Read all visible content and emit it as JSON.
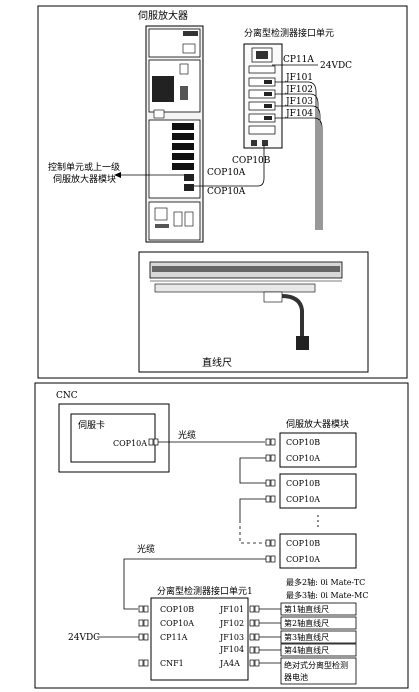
{
  "top": {
    "servo_amp_title": "伺服放大器",
    "interface_unit_title": "分离型检测器接口单元",
    "cp11a": "CP11A",
    "vdc": "24VDC",
    "jf101": "JF101",
    "jf102": "JF102",
    "jf103": "JF103",
    "jf104": "JF104",
    "cop10b": "COP10B",
    "cop10a": "COP10A",
    "control_line1": "控制单元或上一级",
    "control_line2": "伺服放大器模块",
    "linear_scale": "直线尺"
  },
  "bottom": {
    "cnc": "CNC",
    "servo_card": "伺服卡",
    "cnc_cop10a": "COP10A",
    "fiber1": "光缆",
    "fiber2": "光缆",
    "servo_amp_module": "伺服放大器模块",
    "amp_ports": [
      {
        "b": "COP10B",
        "a": "COP10A"
      },
      {
        "b": "COP10B",
        "a": "COP10A"
      },
      {
        "b": "COP10B",
        "a": "COP10A"
      }
    ],
    "unit_title": "分离型检测器接口单元1",
    "unit_left_ports": [
      "COP10B",
      "COP10A",
      "CP11A",
      "CNF1"
    ],
    "unit_right_ports": [
      "JF101",
      "JF102",
      "JF103",
      "JF104",
      "JA4A"
    ],
    "vdc": "24VDC",
    "max2": "最多2轴: 0i Mate-TC",
    "max3": "最多3轴: 0i Mate-MC",
    "axes": [
      "第1轴直线尺",
      "第2轴直线尺",
      "第3轴直线尺",
      "第4轴直线尺"
    ],
    "battery_line1": "绝对式分离型检测",
    "battery_line2": "器电池"
  }
}
